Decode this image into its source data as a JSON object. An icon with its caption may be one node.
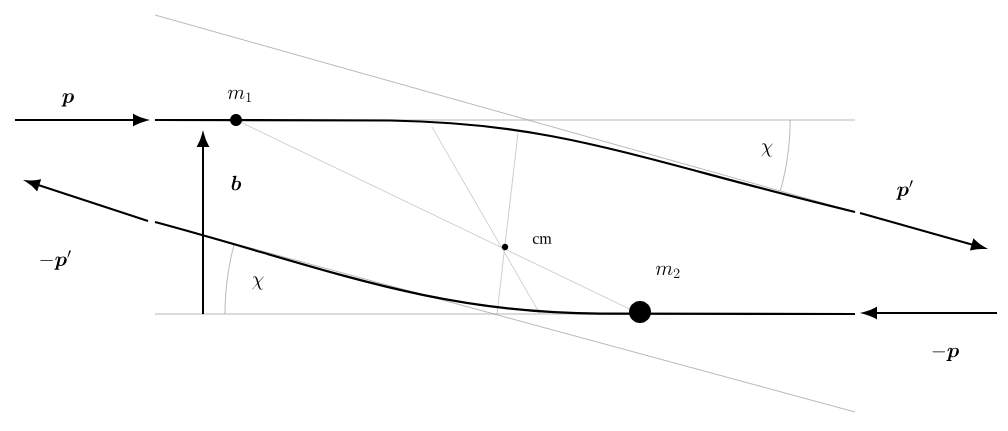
{
  "diagram": {
    "labels": [
      "\\boldsymbol{p}",
      "m_1",
      "\\boldsymbol{b}",
      "\\chi",
      "\\boldsymbol{p}'",
      "-\\boldsymbol{p}'",
      "\\mathrm{cm}",
      "m_2",
      "\\chi",
      "-\\boldsymbol{p}"
    ]
  }
}
